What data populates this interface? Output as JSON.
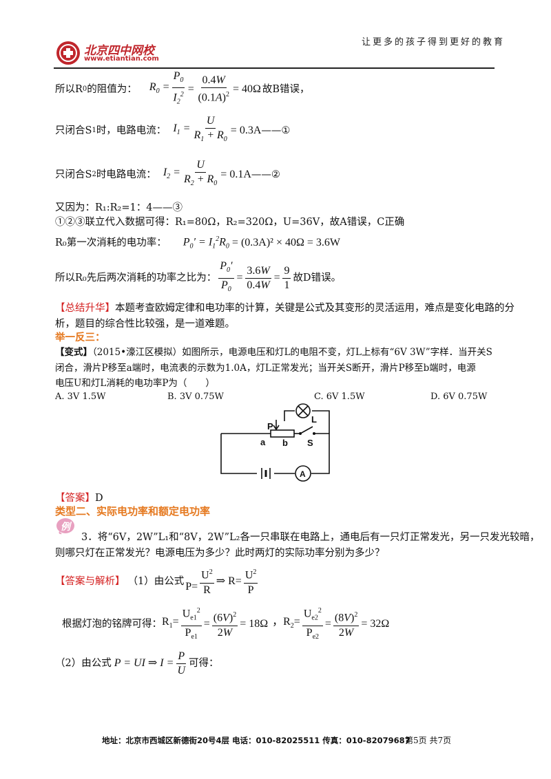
{
  "header": {
    "logo_cn": "北京四中网校",
    "logo_url": "www.etiantian.com",
    "slogan": "让更多的孩子得到更好的教育"
  },
  "lines": {
    "r0_prefix": "所以R",
    "r0_prefix2": "的阻值为：",
    "r0_result": "= 40Ω",
    "r0_suffix": "故B错误，",
    "s1_prefix": "只闭合S",
    "s1_prefix2": "时，电路电流：",
    "s1_result": "= 0.3A",
    "s1_tag": "——①",
    "s2_prefix": "只闭合S",
    "s2_prefix2": "时电路电流：",
    "s2_result": "= 0.1A",
    "s2_tag": "——②",
    "ratio": "又因为：R₁:R₂=1：4——③",
    "combined": "①②③联立代入数据可得：R₁=80Ω，R₂=320Ω，U=36V，故A错误，C正确",
    "p0_prefix": "R₀第一次消耗的电功率：",
    "p0_formula": "= (0.3A)² × 40Ω = 3.6W",
    "power_ratio_prefix": "所以R₀先后两次消耗的功率之比为：",
    "power_ratio_suffix": "故D错误。"
  },
  "summary": {
    "label": "【总结升华】",
    "text1": "本题考查欧姆定律和电功率的计算，关键是公式及其变形的灵活运用，难点是变化电路的分",
    "text2": "析，题目的综合性比较强，是一道难题。"
  },
  "variant": {
    "heading": "举一反三：",
    "label": "【变式】",
    "text1": "（2015•濠江区模拟）如图所示，电源电压和灯L的电阻不变，灯L上标有“6V 3W”字样．当开关S",
    "text2": "闭合，滑片P移至a端时，电流表的示数为1.0A，灯L正常发光；当开关S断开，滑片P移至b端时，电源",
    "text3": "电压U和灯L消耗的电功率P为（　　）",
    "options": [
      "A. 3V 1.5W",
      "B. 3V 0.75W",
      "C. 6V 1.5W",
      "D. 6V 0.75W"
    ],
    "circuit_labels": {
      "P": "P",
      "a": "a",
      "b": "b",
      "S": "S",
      "L": "L",
      "A": "A"
    },
    "answer_label": "【答案】",
    "answer": "D"
  },
  "type2": {
    "heading": "类型二、实际电功率和额定电功率",
    "badge": "例",
    "q_text1": "3．将“6V，2W”L₁和“8V，2W”L₂各一只串联在电路上，通电后有一只灯正常发光，另一只发光较暗，",
    "q_text2": "则哪只灯在正常发光？电源电压为多少？此时两灯的实际功率分别为多少？",
    "answer_label": "【答案与解析】",
    "step1": "（1）由公式",
    "nameplate": "根据灯泡的铭牌可得：",
    "r1_result": "= 18Ω",
    "r2_result": "= 32Ω",
    "step2_prefix": "（2）由公式",
    "step2_suffix": "可得："
  },
  "footer": {
    "address": "地址：北京市西城区新德街20号4层  电话：010-82025511  传真：010-82079687",
    "page": "第5页  共7页"
  },
  "colors": {
    "accent": "#e5781e",
    "logo_red": "#c0262c",
    "label_red": "#d42020"
  }
}
